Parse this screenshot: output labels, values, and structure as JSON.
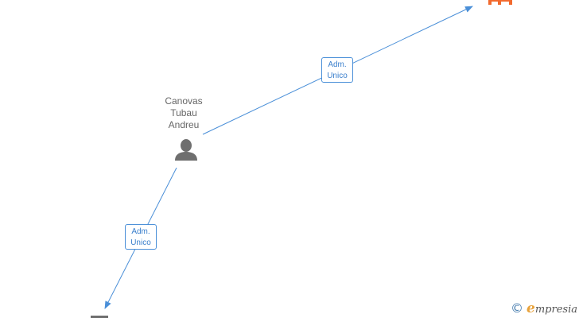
{
  "person": {
    "name_lines": [
      "Canovas",
      "Tubau",
      "Andreu"
    ]
  },
  "relations": [
    {
      "role_line1": "Adm.",
      "role_line2": "Unico"
    },
    {
      "role_line1": "Adm.",
      "role_line2": "Unico"
    }
  ],
  "watermark": {
    "copyright_symbol": "©",
    "brand_initial": "e",
    "brand_rest": "mpresia"
  },
  "colors": {
    "edge": "#4a8fd8",
    "person_icon": "#6f6f6f",
    "company_icon": "#f26a2e",
    "badge_text": "#3a7fcc"
  },
  "icons": {
    "person": "person-silhouette-icon",
    "company": "company-building-icon"
  }
}
